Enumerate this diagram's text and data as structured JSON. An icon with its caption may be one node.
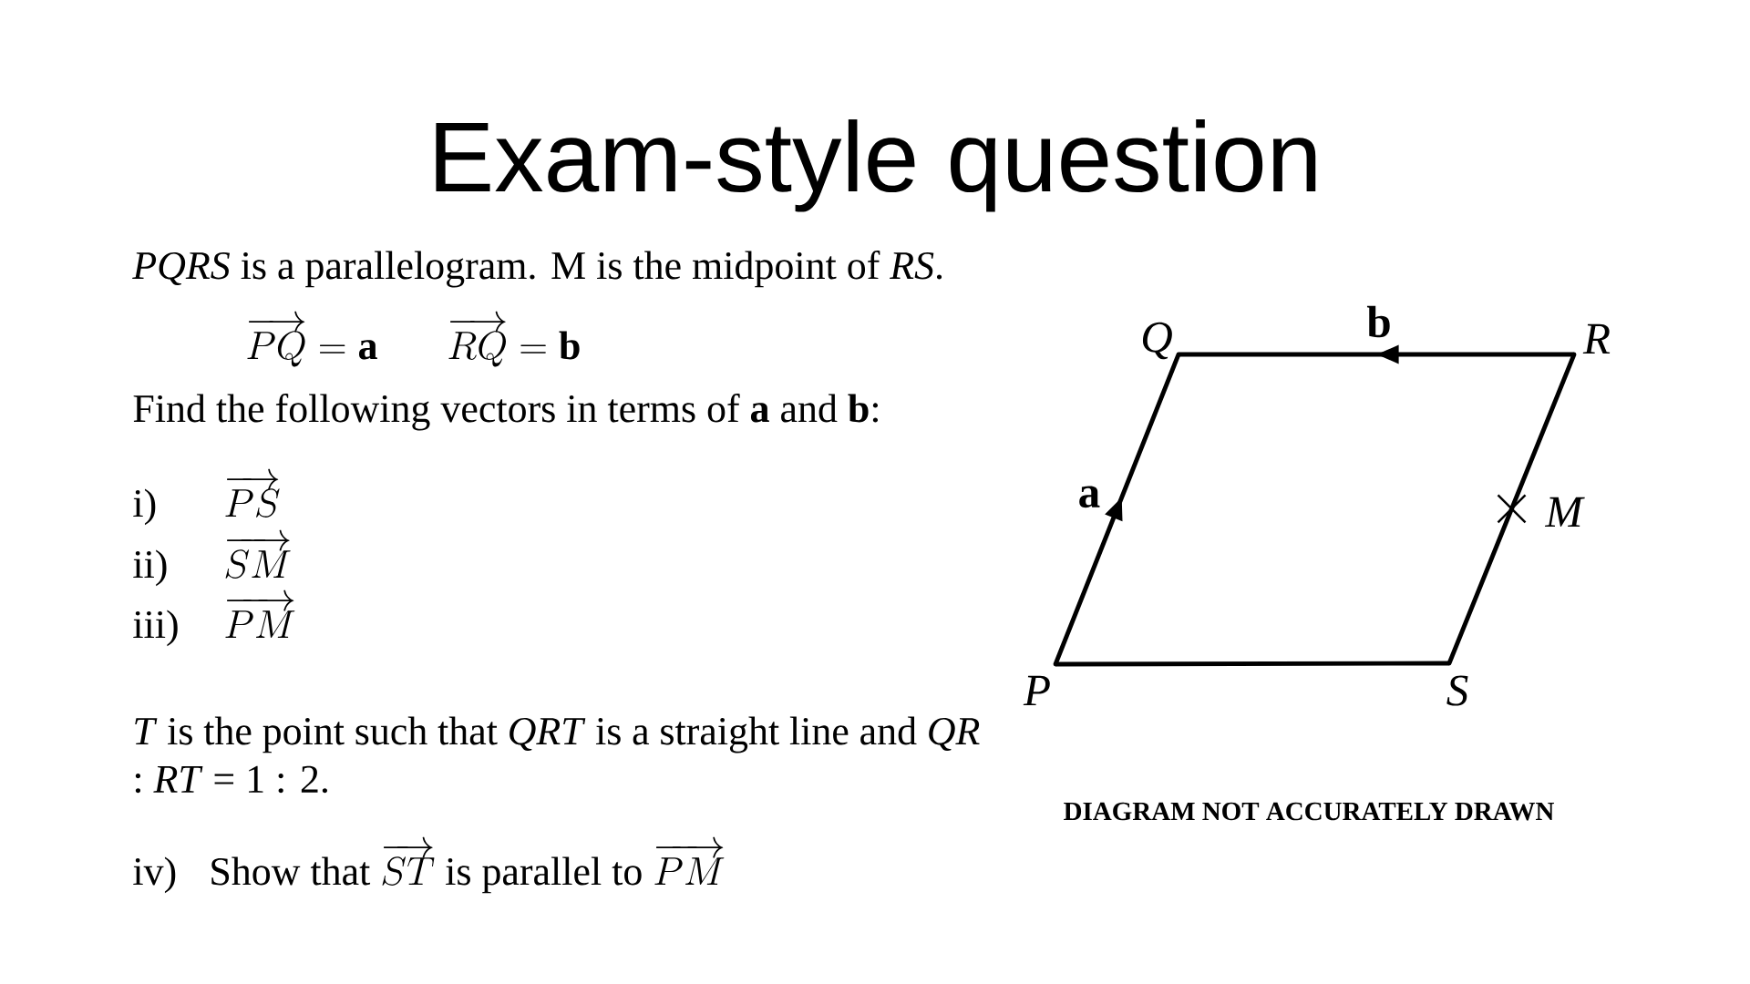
{
  "diagram": {
    "title": "Exam-style question",
    "nodes": [
      {
        "text": [
          "P"
        ]
      },
      {
        "text": [
          "Q"
        ]
      },
      {
        "text": [
          "R"
        ]
      },
      {
        "text": [
          "S"
        ]
      }
    ],
    "edges": [
      {
        "from": 0,
        "to": 1,
        "arrow": "to",
        "label": "a"
      },
      {
        "from": 2,
        "to": 1,
        "arrow": "to",
        "label": "b"
      },
      {
        "from": 2,
        "to": 3,
        "arrow": "none"
      },
      {
        "from": 3,
        "to": 0,
        "arrow": "none"
      }
    ],
    "labels": [
      "*PQRS* is a parallelogram. M is the midpoint of *RS*.",
      "\\overrightarrow{PQ} = \\mathbf{a}",
      "\\overrightarrow{RQ} = \\mathbf{b}",
      "Find the following vectors in terms of **a** and **b**:",
      "i)",
      "\\overrightarrow{PS}",
      "ii)",
      "\\overrightarrow{SM}",
      "iii)",
      "\\overrightarrow{PM}",
      "*T* is the point such that *QRT* is a straight line and *QR* : *RT* = 1 : 2.",
      "iv)",
      "\\text{Show that }\\overrightarrow{ST}\\text{ is parallel to }\\overrightarrow{PM}",
      "M",
      "DIAGRAM NOT ACCURATELY DRAWN"
    ]
  }
}
